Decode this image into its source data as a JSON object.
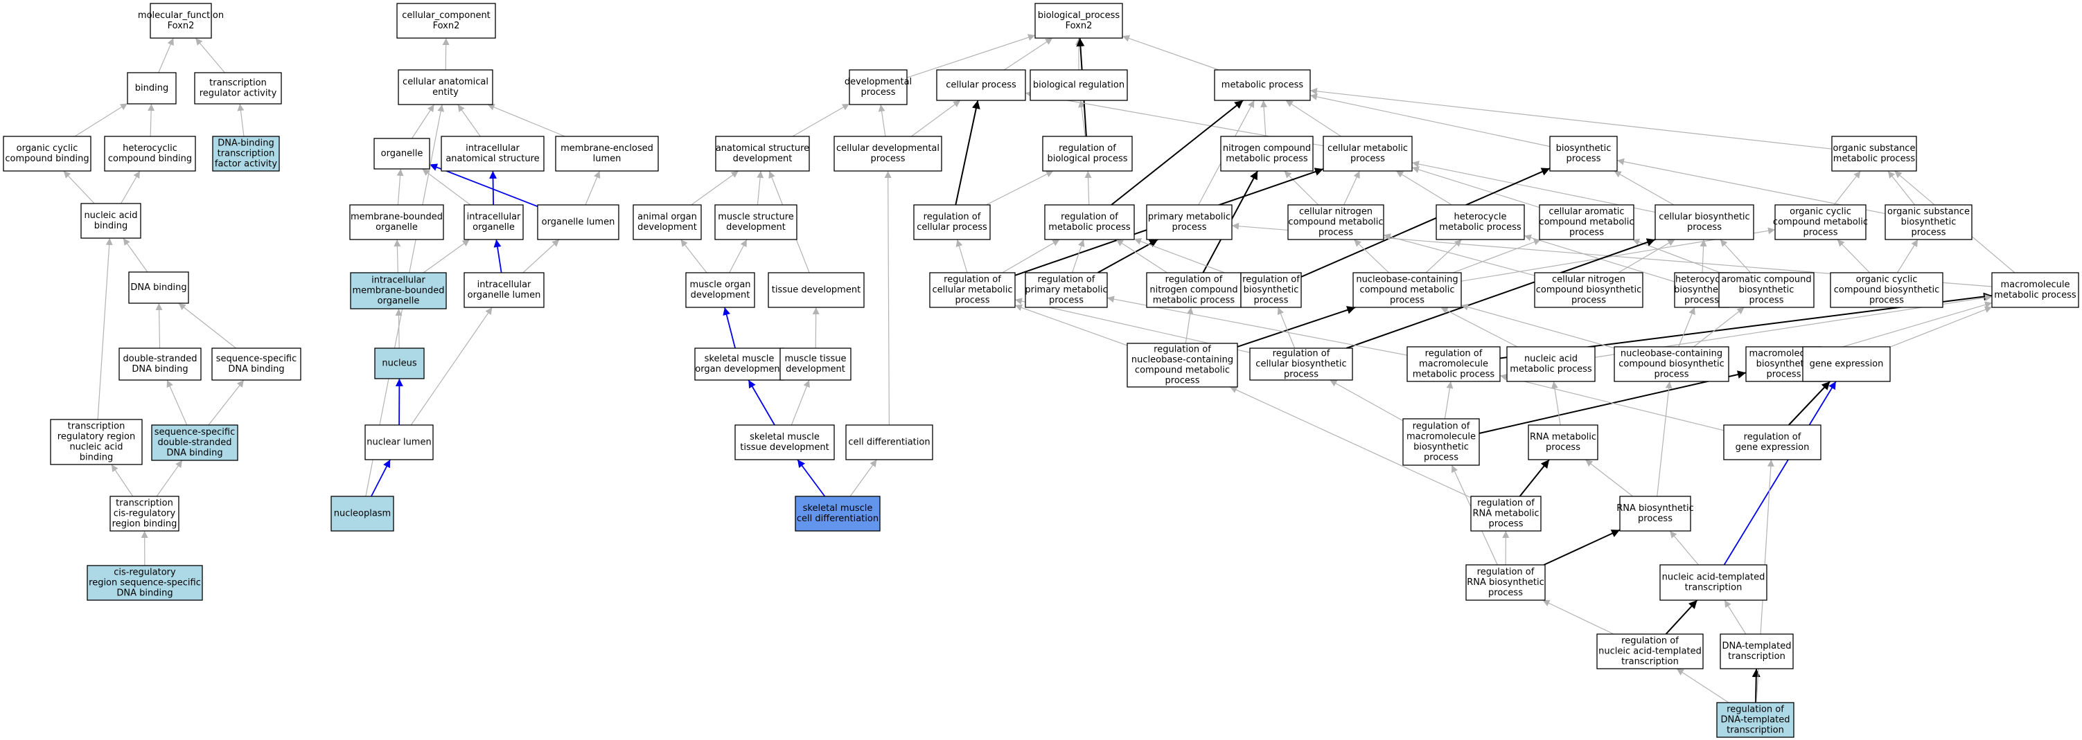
{
  "colors": {
    "node_default": "#ffffff",
    "node_annotated": "#add8e6",
    "node_focus": "#6495ed",
    "edge_is_a": "#b3b3b3",
    "edge_part_of": "#0000ee",
    "edge_regulates": "#000000"
  },
  "nodes": [
    {
      "id": "mf",
      "lines": [
        "molecular_function",
        "Foxn2"
      ],
      "kind": "default"
    },
    {
      "id": "binding",
      "lines": [
        "binding"
      ],
      "kind": "default"
    },
    {
      "id": "tra",
      "lines": [
        "transcription",
        "regulator activity"
      ],
      "kind": "default"
    },
    {
      "id": "occb",
      "lines": [
        "organic cyclic",
        "compound binding"
      ],
      "kind": "default"
    },
    {
      "id": "hcb",
      "lines": [
        "heterocyclic",
        "compound binding"
      ],
      "kind": "default"
    },
    {
      "id": "dbtfa",
      "lines": [
        "DNA-binding",
        "transcription",
        "factor activity"
      ],
      "kind": "annotated"
    },
    {
      "id": "nab",
      "lines": [
        "nucleic acid",
        "binding"
      ],
      "kind": "default"
    },
    {
      "id": "dnab",
      "lines": [
        "DNA binding"
      ],
      "kind": "default"
    },
    {
      "id": "dsdb",
      "lines": [
        "double-stranded",
        "DNA binding"
      ],
      "kind": "default"
    },
    {
      "id": "ssdb",
      "lines": [
        "sequence-specific",
        "DNA binding"
      ],
      "kind": "default"
    },
    {
      "id": "trrnab",
      "lines": [
        "transcription",
        "regulatory region",
        "nucleic acid",
        "binding"
      ],
      "kind": "default"
    },
    {
      "id": "ssdsdb",
      "lines": [
        "sequence-specific",
        "double-stranded",
        "DNA binding"
      ],
      "kind": "annotated"
    },
    {
      "id": "tcrrb",
      "lines": [
        "transcription",
        "cis-regulatory",
        "region binding"
      ],
      "kind": "default"
    },
    {
      "id": "crrssdb",
      "lines": [
        "cis-regulatory",
        "region sequence-specific",
        "DNA binding"
      ],
      "kind": "annotated"
    },
    {
      "id": "cc",
      "lines": [
        "cellular_component",
        "Foxn2"
      ],
      "kind": "default"
    },
    {
      "id": "cae",
      "lines": [
        "cellular anatomical",
        "entity"
      ],
      "kind": "default"
    },
    {
      "id": "organelle",
      "lines": [
        "organelle"
      ],
      "kind": "default"
    },
    {
      "id": "ias",
      "lines": [
        "intracellular",
        "anatomical structure"
      ],
      "kind": "default"
    },
    {
      "id": "mel",
      "lines": [
        "membrane-enclosed",
        "lumen"
      ],
      "kind": "default"
    },
    {
      "id": "mbo",
      "lines": [
        "membrane-bounded",
        "organelle"
      ],
      "kind": "default"
    },
    {
      "id": "io",
      "lines": [
        "intracellular",
        "organelle"
      ],
      "kind": "default"
    },
    {
      "id": "ol",
      "lines": [
        "organelle lumen"
      ],
      "kind": "default"
    },
    {
      "id": "imbo",
      "lines": [
        "intracellular",
        "membrane-bounded",
        "organelle"
      ],
      "kind": "annotated"
    },
    {
      "id": "iol",
      "lines": [
        "intracellular",
        "organelle lumen"
      ],
      "kind": "default"
    },
    {
      "id": "nucleus",
      "lines": [
        "nucleus"
      ],
      "kind": "annotated"
    },
    {
      "id": "nl",
      "lines": [
        "nuclear lumen"
      ],
      "kind": "default"
    },
    {
      "id": "np",
      "lines": [
        "nucleoplasm"
      ],
      "kind": "annotated"
    },
    {
      "id": "bp",
      "lines": [
        "biological_process",
        "Foxn2"
      ],
      "kind": "default"
    },
    {
      "id": "devp",
      "lines": [
        "developmental",
        "process"
      ],
      "kind": "default"
    },
    {
      "id": "cp",
      "lines": [
        "cellular process"
      ],
      "kind": "default"
    },
    {
      "id": "breg",
      "lines": [
        "biological regulation"
      ],
      "kind": "default"
    },
    {
      "id": "mp",
      "lines": [
        "metabolic process"
      ],
      "kind": "default"
    },
    {
      "id": "asd",
      "lines": [
        "anatomical structure",
        "development"
      ],
      "kind": "default"
    },
    {
      "id": "cdp",
      "lines": [
        "cellular developmental",
        "process"
      ],
      "kind": "default"
    },
    {
      "id": "robp",
      "lines": [
        "regulation of",
        "biological process"
      ],
      "kind": "default"
    },
    {
      "id": "ncmp",
      "lines": [
        "nitrogen compound",
        "metabolic process"
      ],
      "kind": "default"
    },
    {
      "id": "cmp",
      "lines": [
        "cellular metabolic",
        "process"
      ],
      "kind": "default"
    },
    {
      "id": "bsp",
      "lines": [
        "biosynthetic",
        "process"
      ],
      "kind": "default"
    },
    {
      "id": "osmp",
      "lines": [
        "organic substance",
        "metabolic process"
      ],
      "kind": "default"
    },
    {
      "id": "aod",
      "lines": [
        "animal organ",
        "development"
      ],
      "kind": "default"
    },
    {
      "id": "msd",
      "lines": [
        "muscle structure",
        "development"
      ],
      "kind": "default"
    },
    {
      "id": "rocp",
      "lines": [
        "regulation of",
        "cellular process"
      ],
      "kind": "default"
    },
    {
      "id": "romp",
      "lines": [
        "regulation of",
        "metabolic process"
      ],
      "kind": "default"
    },
    {
      "id": "pmp",
      "lines": [
        "primary metabolic",
        "process"
      ],
      "kind": "default"
    },
    {
      "id": "cncmp",
      "lines": [
        "cellular nitrogen",
        "compound metabolic",
        "process"
      ],
      "kind": "default"
    },
    {
      "id": "hmp",
      "lines": [
        "heterocycle",
        "metabolic process"
      ],
      "kind": "default"
    },
    {
      "id": "cacmp",
      "lines": [
        "cellular aromatic",
        "compound metabolic",
        "process"
      ],
      "kind": "default"
    },
    {
      "id": "cbp",
      "lines": [
        "cellular biosynthetic",
        "process"
      ],
      "kind": "default"
    },
    {
      "id": "occmp",
      "lines": [
        "organic cyclic",
        "compound metabolic",
        "process"
      ],
      "kind": "default"
    },
    {
      "id": "osbp",
      "lines": [
        "organic substance",
        "biosynthetic",
        "process"
      ],
      "kind": "default"
    },
    {
      "id": "mod",
      "lines": [
        "muscle organ",
        "development"
      ],
      "kind": "default"
    },
    {
      "id": "td",
      "lines": [
        "tissue development"
      ],
      "kind": "default"
    },
    {
      "id": "rocmp",
      "lines": [
        "regulation of",
        "cellular metabolic",
        "process"
      ],
      "kind": "default"
    },
    {
      "id": "ropmp",
      "lines": [
        "regulation of",
        "primary metabolic",
        "process"
      ],
      "kind": "default"
    },
    {
      "id": "roncmp",
      "lines": [
        "regulation of",
        "nitrogen compound",
        "metabolic process"
      ],
      "kind": "default"
    },
    {
      "id": "robsp",
      "lines": [
        "regulation of",
        "biosynthetic",
        "process"
      ],
      "kind": "default"
    },
    {
      "id": "nbccmp",
      "lines": [
        "nucleobase-containing",
        "compound metabolic",
        "process"
      ],
      "kind": "default"
    },
    {
      "id": "cncbp",
      "lines": [
        "cellular nitrogen",
        "compound biosynthetic",
        "process"
      ],
      "kind": "default"
    },
    {
      "id": "hbp",
      "lines": [
        "heterocycle",
        "biosynthetic",
        "process"
      ],
      "kind": "default"
    },
    {
      "id": "acbp",
      "lines": [
        "aromatic compound",
        "biosynthetic",
        "process"
      ],
      "kind": "default"
    },
    {
      "id": "occbp",
      "lines": [
        "organic cyclic",
        "compound biosynthetic",
        "process"
      ],
      "kind": "default"
    },
    {
      "id": "macmp",
      "lines": [
        "macromolecule",
        "metabolic process"
      ],
      "kind": "default"
    },
    {
      "id": "smod",
      "lines": [
        "skeletal muscle",
        "organ development"
      ],
      "kind": "default"
    },
    {
      "id": "mtd",
      "lines": [
        "muscle tissue",
        "development"
      ],
      "kind": "default"
    },
    {
      "id": "ronbccmp",
      "lines": [
        "regulation of",
        "nucleobase-containing",
        "compound metabolic",
        "process"
      ],
      "kind": "default"
    },
    {
      "id": "rocbp",
      "lines": [
        "regulation of",
        "cellular biosynthetic",
        "process"
      ],
      "kind": "default"
    },
    {
      "id": "romacmp",
      "lines": [
        "regulation of",
        "macromolecule",
        "metabolic process"
      ],
      "kind": "default"
    },
    {
      "id": "namp",
      "lines": [
        "nucleic acid",
        "metabolic process"
      ],
      "kind": "default"
    },
    {
      "id": "nbccbp",
      "lines": [
        "nucleobase-containing",
        "compound biosynthetic",
        "process"
      ],
      "kind": "default"
    },
    {
      "id": "macbp",
      "lines": [
        "macromolecule",
        "biosynthetic",
        "process"
      ],
      "kind": "default"
    },
    {
      "id": "ge",
      "lines": [
        "gene expression"
      ],
      "kind": "default"
    },
    {
      "id": "smtd",
      "lines": [
        "skeletal muscle",
        "tissue development"
      ],
      "kind": "default"
    },
    {
      "id": "cd",
      "lines": [
        "cell differentiation"
      ],
      "kind": "default"
    },
    {
      "id": "romacbp",
      "lines": [
        "regulation of",
        "macromolecule",
        "biosynthetic",
        "process"
      ],
      "kind": "default"
    },
    {
      "id": "rnamp",
      "lines": [
        "RNA metabolic",
        "process"
      ],
      "kind": "default"
    },
    {
      "id": "roge",
      "lines": [
        "regulation of",
        "gene expression"
      ],
      "kind": "default"
    },
    {
      "id": "smcd",
      "lines": [
        "skeletal muscle",
        "cell differentiation"
      ],
      "kind": "focus"
    },
    {
      "id": "rornamp",
      "lines": [
        "regulation of",
        "RNA metabolic",
        "process"
      ],
      "kind": "default"
    },
    {
      "id": "rnabp",
      "lines": [
        "RNA biosynthetic",
        "process"
      ],
      "kind": "default"
    },
    {
      "id": "rornabp",
      "lines": [
        "regulation of",
        "RNA biosynthetic",
        "process"
      ],
      "kind": "default"
    },
    {
      "id": "natt",
      "lines": [
        "nucleic acid-templated",
        "transcription"
      ],
      "kind": "default"
    },
    {
      "id": "ronatt",
      "lines": [
        "regulation of",
        "nucleic acid-templated",
        "transcription"
      ],
      "kind": "default"
    },
    {
      "id": "dtt",
      "lines": [
        "DNA-templated",
        "transcription"
      ],
      "kind": "default"
    },
    {
      "id": "rodtt",
      "lines": [
        "regulation of",
        "DNA-templated",
        "transcription"
      ],
      "kind": "annotated"
    }
  ],
  "edges": [
    [
      "binding",
      "mf",
      "is_a"
    ],
    [
      "tra",
      "mf",
      "is_a"
    ],
    [
      "occb",
      "binding",
      "is_a"
    ],
    [
      "hcb",
      "binding",
      "is_a"
    ],
    [
      "dbtfa",
      "tra",
      "is_a"
    ],
    [
      "nab",
      "occb",
      "is_a"
    ],
    [
      "nab",
      "hcb",
      "is_a"
    ],
    [
      "dnab",
      "nab",
      "is_a"
    ],
    [
      "dsdb",
      "dnab",
      "is_a"
    ],
    [
      "ssdb",
      "dnab",
      "is_a"
    ],
    [
      "trrnab",
      "nab",
      "is_a"
    ],
    [
      "ssdsdb",
      "dsdb",
      "is_a"
    ],
    [
      "ssdsdb",
      "ssdb",
      "is_a"
    ],
    [
      "tcrrb",
      "trrnab",
      "is_a"
    ],
    [
      "tcrrb",
      "ssdsdb",
      "is_a"
    ],
    [
      "crrssdb",
      "tcrrb",
      "is_a"
    ],
    [
      "cae",
      "cc",
      "is_a"
    ],
    [
      "organelle",
      "cae",
      "is_a"
    ],
    [
      "ias",
      "cae",
      "is_a"
    ],
    [
      "mel",
      "cae",
      "is_a"
    ],
    [
      "mbo",
      "organelle",
      "is_a"
    ],
    [
      "io",
      "organelle",
      "is_a"
    ],
    [
      "io",
      "ias",
      "part_of"
    ],
    [
      "ol",
      "organelle",
      "part_of"
    ],
    [
      "ol",
      "mel",
      "is_a"
    ],
    [
      "imbo",
      "mbo",
      "is_a"
    ],
    [
      "imbo",
      "io",
      "is_a"
    ],
    [
      "iol",
      "io",
      "part_of"
    ],
    [
      "iol",
      "ol",
      "is_a"
    ],
    [
      "nucleus",
      "imbo",
      "is_a"
    ],
    [
      "nl",
      "nucleus",
      "part_of"
    ],
    [
      "nl",
      "iol",
      "is_a"
    ],
    [
      "np",
      "nl",
      "part_of"
    ],
    [
      "np",
      "cae",
      "is_a"
    ],
    [
      "devp",
      "bp",
      "is_a"
    ],
    [
      "cp",
      "bp",
      "is_a"
    ],
    [
      "breg",
      "bp",
      "is_a"
    ],
    [
      "mp",
      "bp",
      "is_a"
    ],
    [
      "asd",
      "devp",
      "is_a"
    ],
    [
      "cdp",
      "devp",
      "is_a"
    ],
    [
      "cdp",
      "cp",
      "is_a"
    ],
    [
      "robp",
      "breg",
      "is_a"
    ],
    [
      "robp",
      "bp",
      "regulates"
    ],
    [
      "ncmp",
      "mp",
      "is_a"
    ],
    [
      "cmp",
      "mp",
      "is_a"
    ],
    [
      "cmp",
      "cp",
      "is_a"
    ],
    [
      "bsp",
      "mp",
      "is_a"
    ],
    [
      "osmp",
      "mp",
      "is_a"
    ],
    [
      "aod",
      "asd",
      "is_a"
    ],
    [
      "msd",
      "asd",
      "is_a"
    ],
    [
      "rocp",
      "robp",
      "is_a"
    ],
    [
      "rocp",
      "cp",
      "regulates"
    ],
    [
      "romp",
      "robp",
      "is_a"
    ],
    [
      "romp",
      "mp",
      "regulates"
    ],
    [
      "pmp",
      "mp",
      "is_a"
    ],
    [
      "cncmp",
      "ncmp",
      "is_a"
    ],
    [
      "cncmp",
      "cmp",
      "is_a"
    ],
    [
      "hmp",
      "cmp",
      "is_a"
    ],
    [
      "cacmp",
      "cmp",
      "is_a"
    ],
    [
      "cbp",
      "cmp",
      "is_a"
    ],
    [
      "cbp",
      "bsp",
      "is_a"
    ],
    [
      "occmp",
      "osmp",
      "is_a"
    ],
    [
      "osbp",
      "osmp",
      "is_a"
    ],
    [
      "osbp",
      "bsp",
      "is_a"
    ],
    [
      "mod",
      "aod",
      "is_a"
    ],
    [
      "mod",
      "msd",
      "is_a"
    ],
    [
      "td",
      "asd",
      "is_a"
    ],
    [
      "rocmp",
      "rocp",
      "is_a"
    ],
    [
      "rocmp",
      "romp",
      "is_a"
    ],
    [
      "rocmp",
      "cmp",
      "regulates"
    ],
    [
      "ropmp",
      "romp",
      "is_a"
    ],
    [
      "ropmp",
      "pmp",
      "regulates"
    ],
    [
      "roncmp",
      "romp",
      "is_a"
    ],
    [
      "roncmp",
      "ncmp",
      "regulates"
    ],
    [
      "robsp",
      "romp",
      "is_a"
    ],
    [
      "robsp",
      "bsp",
      "regulates"
    ],
    [
      "nbccmp",
      "cncmp",
      "is_a"
    ],
    [
      "nbccmp",
      "hmp",
      "is_a"
    ],
    [
      "nbccmp",
      "cacmp",
      "is_a"
    ],
    [
      "nbccmp",
      "occmp",
      "is_a"
    ],
    [
      "cncbp",
      "cncmp",
      "is_a"
    ],
    [
      "cncbp",
      "cbp",
      "is_a"
    ],
    [
      "hbp",
      "hmp",
      "is_a"
    ],
    [
      "hbp",
      "cbp",
      "is_a"
    ],
    [
      "acbp",
      "cacmp",
      "is_a"
    ],
    [
      "acbp",
      "cbp",
      "is_a"
    ],
    [
      "occbp",
      "occmp",
      "is_a"
    ],
    [
      "occbp",
      "osbp",
      "is_a"
    ],
    [
      "macmp",
      "osmp",
      "is_a"
    ],
    [
      "macmp",
      "pmp",
      "is_a"
    ],
    [
      "smod",
      "mod",
      "part_of"
    ],
    [
      "mtd",
      "td",
      "is_a"
    ],
    [
      "ronbccmp",
      "rocmp",
      "is_a"
    ],
    [
      "ronbccmp",
      "roncmp",
      "is_a"
    ],
    [
      "ronbccmp",
      "nbccmp",
      "regulates"
    ],
    [
      "rocbp",
      "robsp",
      "is_a"
    ],
    [
      "rocbp",
      "rocmp",
      "is_a"
    ],
    [
      "rocbp",
      "cbp",
      "regulates"
    ],
    [
      "romacmp",
      "ropmp",
      "is_a"
    ],
    [
      "romacmp",
      "macmp",
      "regulates"
    ],
    [
      "namp",
      "nbccmp",
      "is_a"
    ],
    [
      "namp",
      "macmp",
      "is_a"
    ],
    [
      "nbccbp",
      "nbccmp",
      "is_a"
    ],
    [
      "nbccbp",
      "hbp",
      "is_a"
    ],
    [
      "nbccbp",
      "acbp",
      "is_a"
    ],
    [
      "macbp",
      "macmp",
      "is_a"
    ],
    [
      "ge",
      "macmp",
      "is_a"
    ],
    [
      "smtd",
      "mtd",
      "is_a"
    ],
    [
      "smtd",
      "smod",
      "part_of"
    ],
    [
      "cd",
      "cdp",
      "is_a"
    ],
    [
      "romacbp",
      "romacmp",
      "is_a"
    ],
    [
      "romacbp",
      "rocbp",
      "is_a"
    ],
    [
      "romacbp",
      "macbp",
      "regulates"
    ],
    [
      "rnamp",
      "namp",
      "is_a"
    ],
    [
      "roge",
      "romacmp",
      "is_a"
    ],
    [
      "roge",
      "ge",
      "regulates"
    ],
    [
      "smcd",
      "smtd",
      "part_of"
    ],
    [
      "smcd",
      "cd",
      "is_a"
    ],
    [
      "rornamp",
      "ronbccmp",
      "is_a"
    ],
    [
      "rornamp",
      "rnamp",
      "regulates"
    ],
    [
      "rnabp",
      "rnamp",
      "is_a"
    ],
    [
      "rnabp",
      "nbccbp",
      "is_a"
    ],
    [
      "rornabp",
      "rornamp",
      "is_a"
    ],
    [
      "rornabp",
      "romacbp",
      "is_a"
    ],
    [
      "rornabp",
      "rnabp",
      "regulates"
    ],
    [
      "natt",
      "rnabp",
      "is_a"
    ],
    [
      "natt",
      "ge",
      "part_of"
    ],
    [
      "ronatt",
      "rornabp",
      "is_a"
    ],
    [
      "ronatt",
      "natt",
      "regulates"
    ],
    [
      "dtt",
      "natt",
      "is_a"
    ],
    [
      "rodtt",
      "ronatt",
      "is_a"
    ],
    [
      "rodtt",
      "dtt",
      "regulates"
    ],
    [
      "rodtt",
      "roge",
      "is_a"
    ]
  ]
}
